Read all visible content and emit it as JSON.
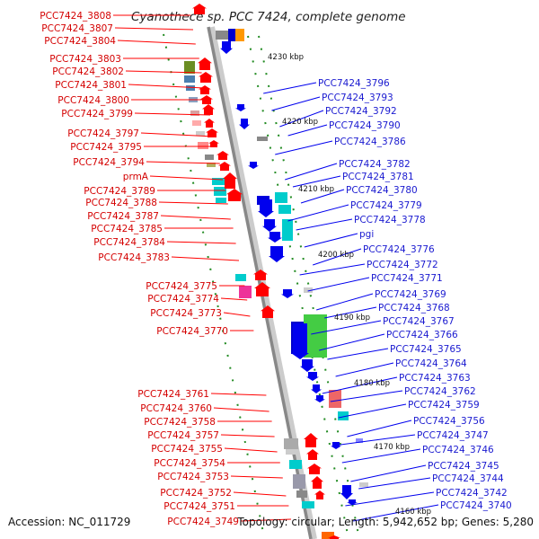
{
  "title": "Cyanothece sp. PCC 7424, complete genome",
  "footer": {
    "accession": "Accession: NC_011729",
    "topology": "Topology: circular; Length: 5,942,652 bp; Genes: 5,280"
  },
  "scale_labels": [
    "4230 kbp",
    "4220 kbp",
    "4210 kbp",
    "4200 kbp",
    "4190 kbp",
    "4180 kbp",
    "4170 kbp",
    "4160 kbp"
  ],
  "left_genes": [
    "PCC7424_3808",
    "PCC7424_3807",
    "PCC7424_3804",
    "PCC7424_3803",
    "PCC7424_3802",
    "PCC7424_3801",
    "PCC7424_3800",
    "PCC7424_3799",
    "PCC7424_3797",
    "PCC7424_3795",
    "PCC7424_3794",
    "prmA",
    "PCC7424_3789",
    "PCC7424_3788",
    "PCC7424_3787",
    "PCC7424_3785",
    "PCC7424_3784",
    "PCC7424_3783",
    "PCC7424_3775",
    "PCC7424_3774",
    "PCC7424_3773",
    "PCC7424_3770",
    "PCC7424_3761",
    "PCC7424_3760",
    "PCC7424_3758",
    "PCC7424_3757",
    "PCC7424_3755",
    "PCC7424_3754",
    "PCC7424_3753",
    "PCC7424_3752",
    "PCC7424_3751",
    "PCC7424_3749"
  ],
  "right_genes": [
    "PCC7424_3796",
    "PCC7424_3793",
    "PCC7424_3792",
    "PCC7424_3790",
    "PCC7424_3786",
    "PCC7424_3782",
    "PCC7424_3781",
    "PCC7424_3780",
    "PCC7424_3779",
    "PCC7424_3778",
    "pgi",
    "PCC7424_3776",
    "PCC7424_3772",
    "PCC7424_3771",
    "PCC7424_3769",
    "PCC7424_3768",
    "PCC7424_3767",
    "PCC7424_3766",
    "PCC7424_3765",
    "PCC7424_3764",
    "PCC7424_3763",
    "PCC7424_3762",
    "PCC7424_3759",
    "PCC7424_3756",
    "PCC7424_3747",
    "PCC7424_3746",
    "PCC7424_3745",
    "PCC7424_3744",
    "PCC7424_3742",
    "PCC7424_3740"
  ],
  "colors": {
    "forward_strand": "#ff0000",
    "reverse_strand": "#0000ee",
    "backbone": "#888888",
    "rrna_trna": "#00cccc",
    "gc_track": "#228b22",
    "left_label": "#d40000",
    "right_label": "#1a1ad0"
  }
}
